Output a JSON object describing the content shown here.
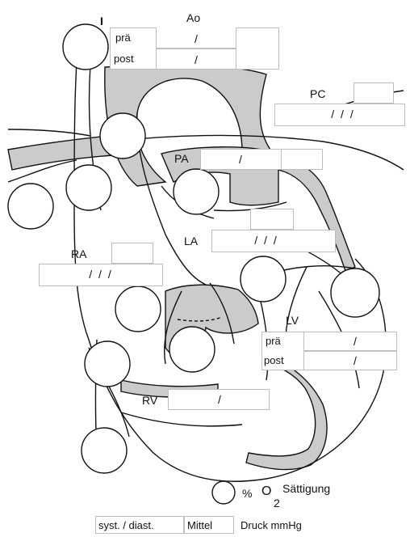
{
  "labels": {
    "i_mark": "I",
    "ao": "Ao",
    "pc": "PC",
    "pa": "PA",
    "la": "LA",
    "ra": "RA",
    "lv": "LV",
    "rv": "RV"
  },
  "ao_table": {
    "pre": "prä",
    "post": "post",
    "pre_value": "/",
    "post_value": "/"
  },
  "lv_table": {
    "pre": "prä",
    "post": "post",
    "pre_value": "/",
    "post_value": "/"
  },
  "values": {
    "pc": "/ / /",
    "pa": "/",
    "la": "/ / /",
    "ra": "/ / /",
    "rv": "/"
  },
  "legend": {
    "percent": "%",
    "o": "O",
    "o_sub": "2",
    "saturation": "Sättigung",
    "syst_diast": "syst. / diast.",
    "mean": "Mittel",
    "pressure": "Druck mmHg"
  },
  "colors": {
    "vessel_fill": "#cbcbcb",
    "line": "#111111",
    "box_border": "#bfbfbf"
  }
}
